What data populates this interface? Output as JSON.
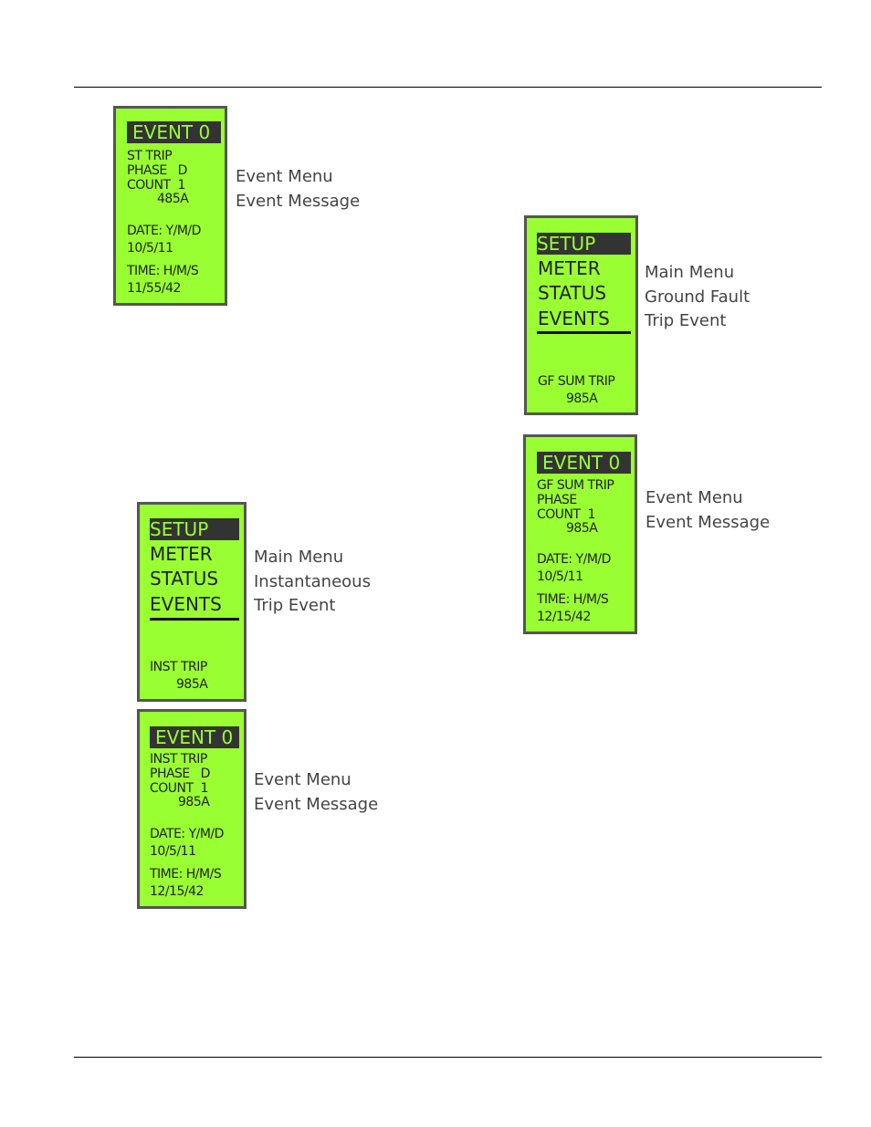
{
  "panels": {
    "st_event": {
      "header": "EVENT 0",
      "trip": "ST TRIP",
      "phase": "PHASE   D",
      "count": "COUNT  1",
      "amps": "485A",
      "date_label": "DATE: Y/M/D",
      "date": "10/5/11",
      "time_label": "TIME: H/M/S",
      "time": "11/55/42",
      "caption": [
        "Event Menu",
        "Event Message"
      ]
    },
    "gf_menu": {
      "items": [
        "SETUP",
        "METER",
        "STATUS",
        "EVENTS"
      ],
      "selected": "SETUP",
      "trip": "GF SUM TRIP",
      "amps": "985A",
      "caption": [
        "Main Menu",
        "Ground Fault",
        "Trip Event"
      ]
    },
    "gf_event": {
      "header": "EVENT 0",
      "trip": "GF SUM TRIP",
      "phase": "PHASE",
      "count": "COUNT  1",
      "amps": "985A",
      "date_label": "DATE: Y/M/D",
      "date": "10/5/11",
      "time_label": "TIME: H/M/S",
      "time": "12/15/42",
      "caption": [
        "Event Menu",
        "Event Message"
      ]
    },
    "inst_menu": {
      "items": [
        "SETUP",
        "METER",
        "STATUS",
        "EVENTS"
      ],
      "selected": "SETUP",
      "trip": "INST TRIP",
      "amps": "985A",
      "caption": [
        "Main Menu",
        "Instantaneous",
        "Trip Event"
      ]
    },
    "inst_event": {
      "header": "EVENT 0",
      "trip": "INST TRIP",
      "phase": "PHASE   D",
      "count": "COUNT  1",
      "amps": "985A",
      "date_label": "DATE: Y/M/D",
      "date": "10/5/11",
      "time_label": "TIME: H/M/S",
      "time": "12/15/42",
      "caption": [
        "Event Menu",
        "Event Message"
      ]
    }
  },
  "colors": {
    "lcd_bg": "#99ff33",
    "lcd_border": "#555555",
    "lcd_text": "#222222",
    "highlight": "#333333"
  }
}
